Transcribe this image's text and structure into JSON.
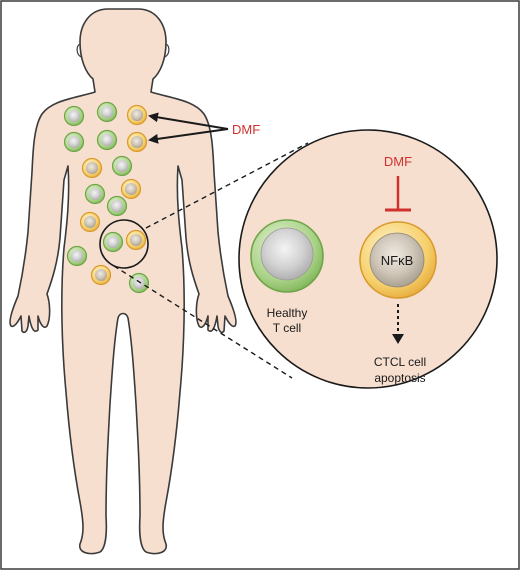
{
  "labels": {
    "dmf_body": "DMF",
    "dmf_inset": "DMF",
    "nfkb": "NFκB",
    "healthy_line1": "Healthy",
    "healthy_line2": "T cell",
    "ctcl_line1": "CTCL cell",
    "ctcl_line2": "apoptosis"
  },
  "colors": {
    "skin": "#f7dfd0",
    "outline": "#3a3a3a",
    "healthy_cell_ring": "#8cc063",
    "healthy_cell_core": "#c9c9c9",
    "ctcl_cell_ring": "#f0b845",
    "ctcl_cell_core": "#b9b2a6",
    "inhibition": "#d0312d"
  }
}
